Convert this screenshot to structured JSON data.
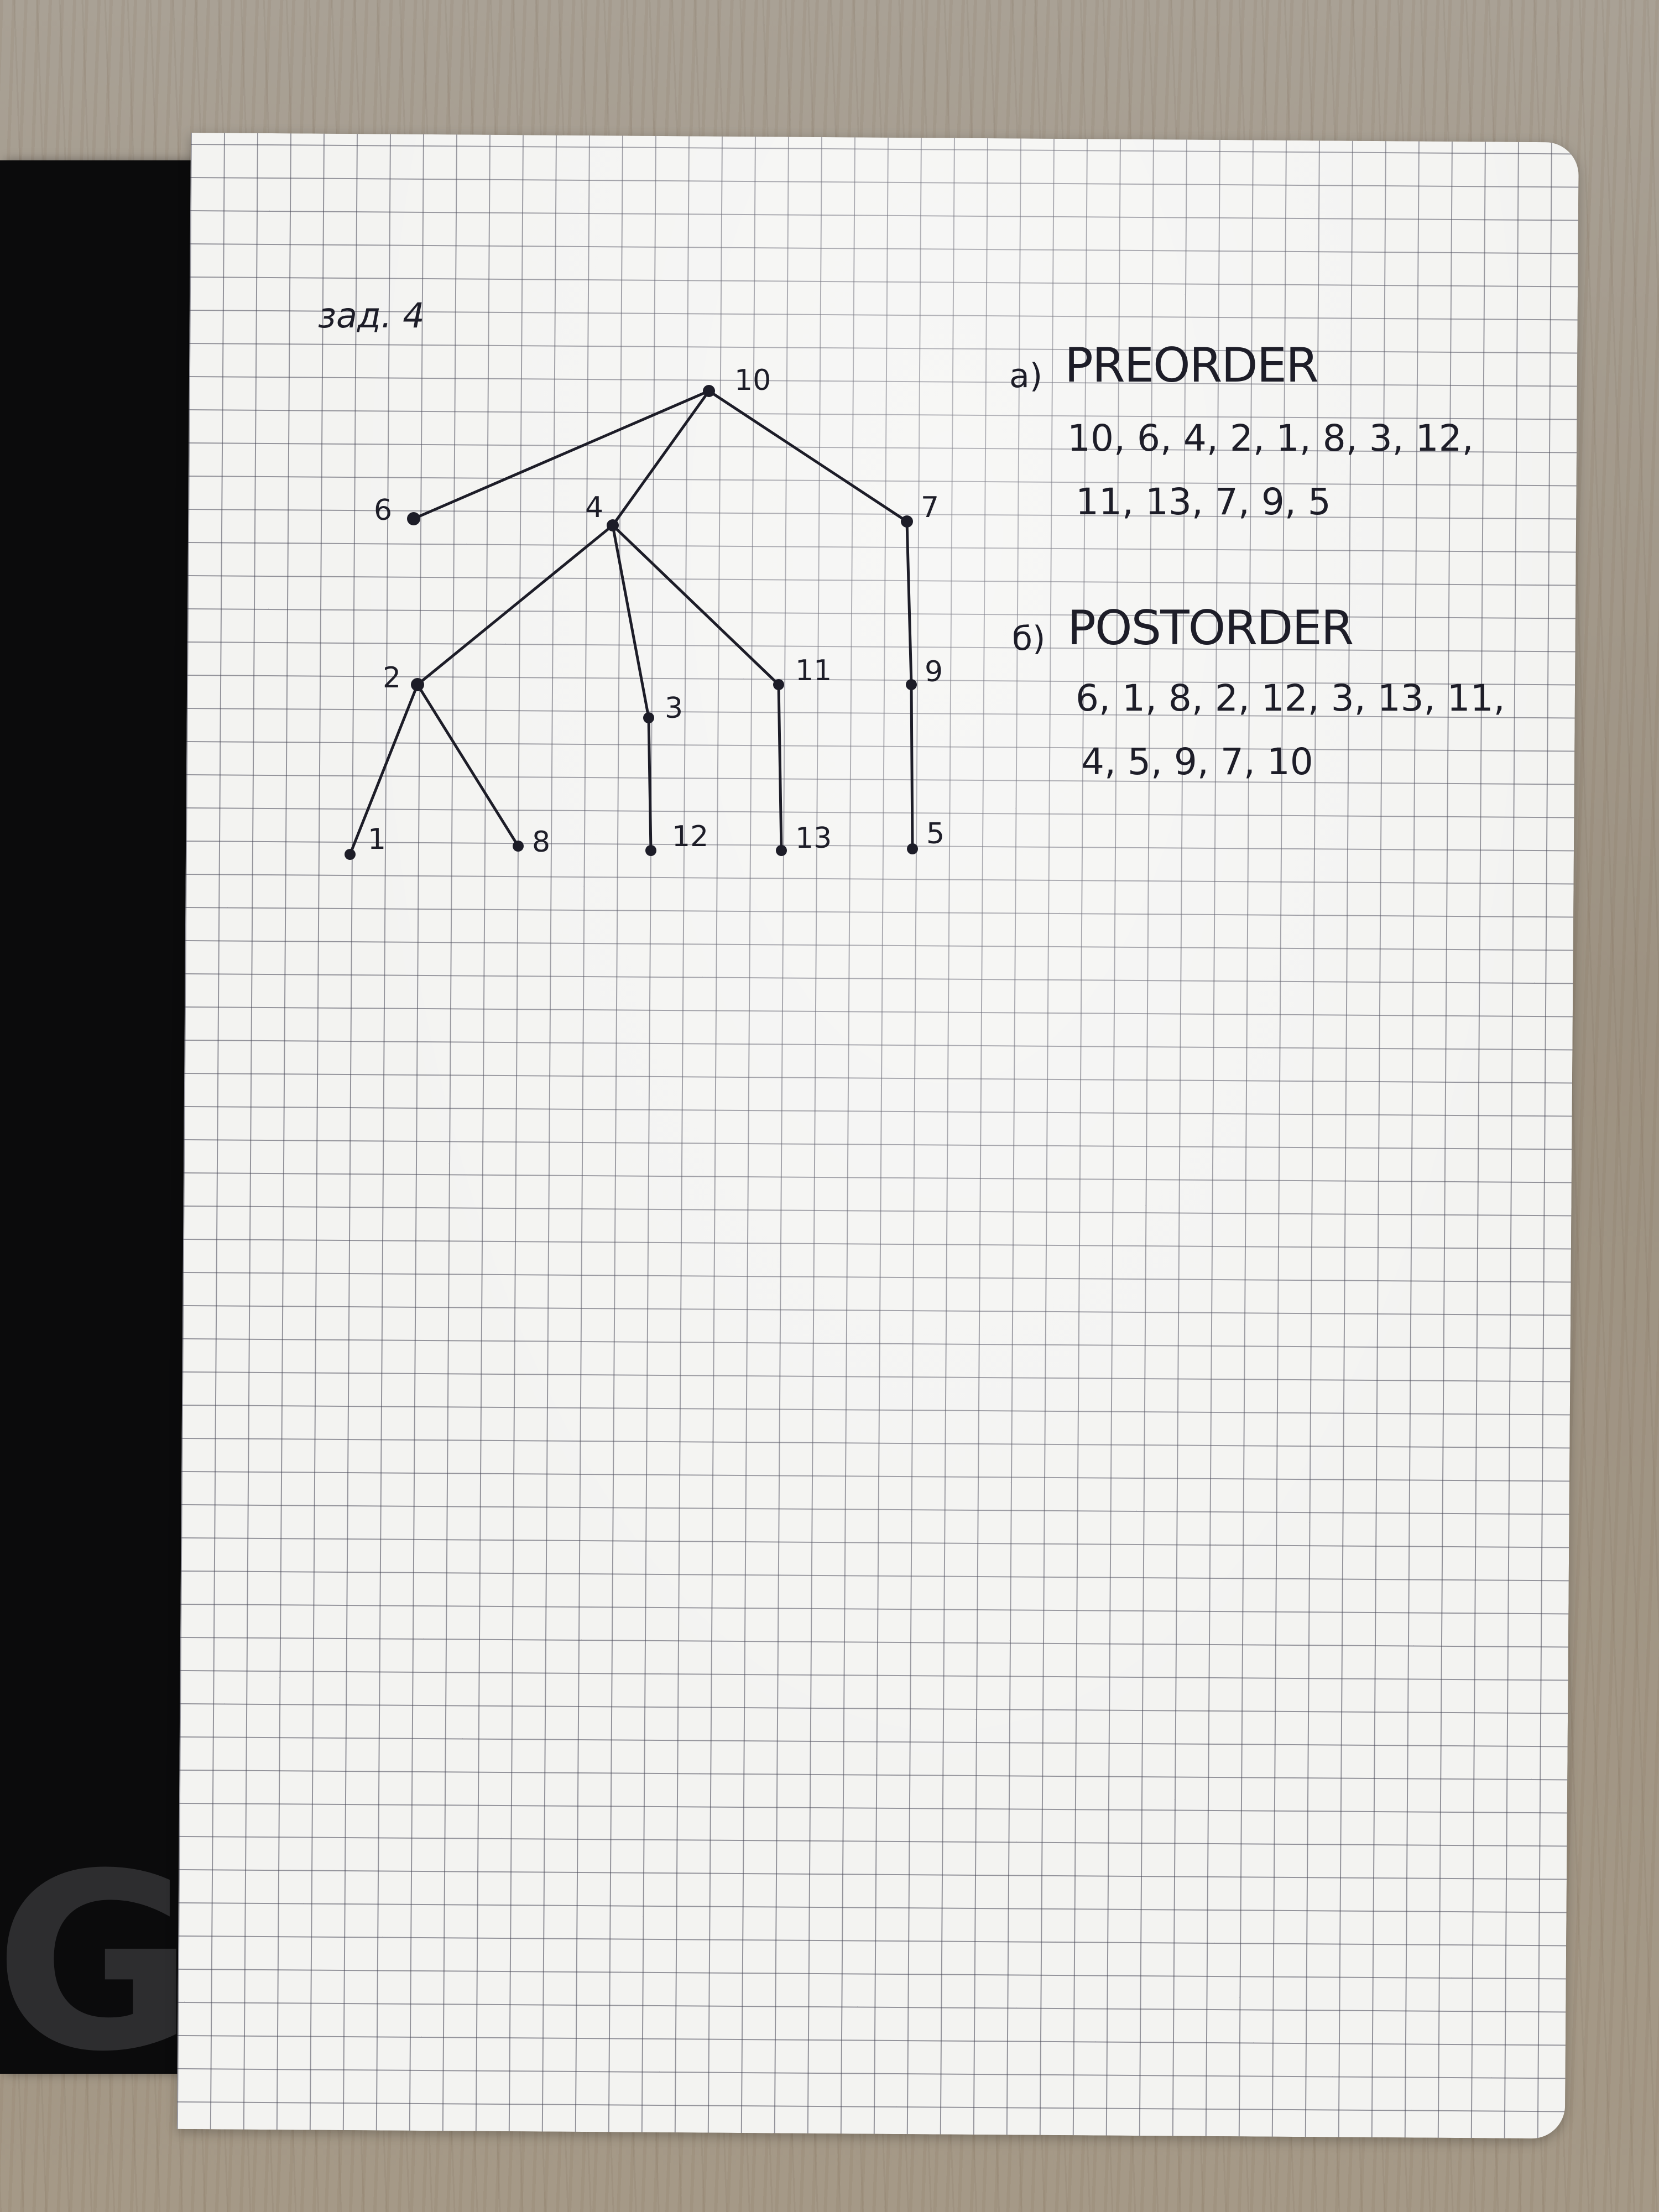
{
  "heading": "зад. 4",
  "tree": {
    "nodes": [
      "10",
      "6",
      "4",
      "7",
      "2",
      "3",
      "11",
      "9",
      "1",
      "8",
      "12",
      "13",
      "5"
    ]
  },
  "answers": {
    "a": {
      "marker": "а)",
      "title": "PREORDER",
      "line1": "10, 6, 4, 2, 1, 8, 3, 12,",
      "line2": "11, 13, 7, 9, 5"
    },
    "b": {
      "marker": "б)",
      "title": "POSTORDER",
      "line1": "6, 1, 8, 2, 12, 3, 13, 11,",
      "line2": "4, 5, 9, 7, 10"
    }
  },
  "colors": {
    "ink": "#1d1d28",
    "paper": "#f3f3f1",
    "grid": "#464655",
    "table": "#a59987",
    "pad": "#0b0b0c"
  },
  "pad_logo": "G"
}
